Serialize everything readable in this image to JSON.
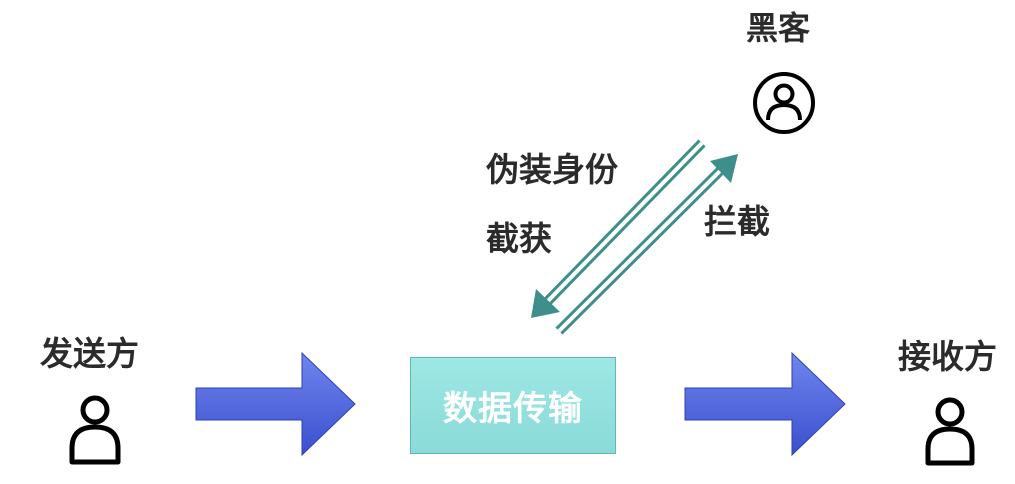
{
  "nodes": {
    "hacker": "黑客",
    "sender": "发送方",
    "receiver": "接收方",
    "data_transfer": "数据传输"
  },
  "edge_labels": {
    "disguise_identity": "伪装身份",
    "capture": "截获",
    "intercept": "拦截"
  },
  "colors": {
    "flow_arrow_fill": "#4a5fd8",
    "attack_arrow": "#3e8f8c",
    "data_box_fill": "#8fe0de",
    "icon_stroke": "#000000",
    "text": "#2b2b2b"
  },
  "icons": {
    "hacker": "person-circle-icon",
    "sender": "person-icon",
    "receiver": "person-icon"
  }
}
